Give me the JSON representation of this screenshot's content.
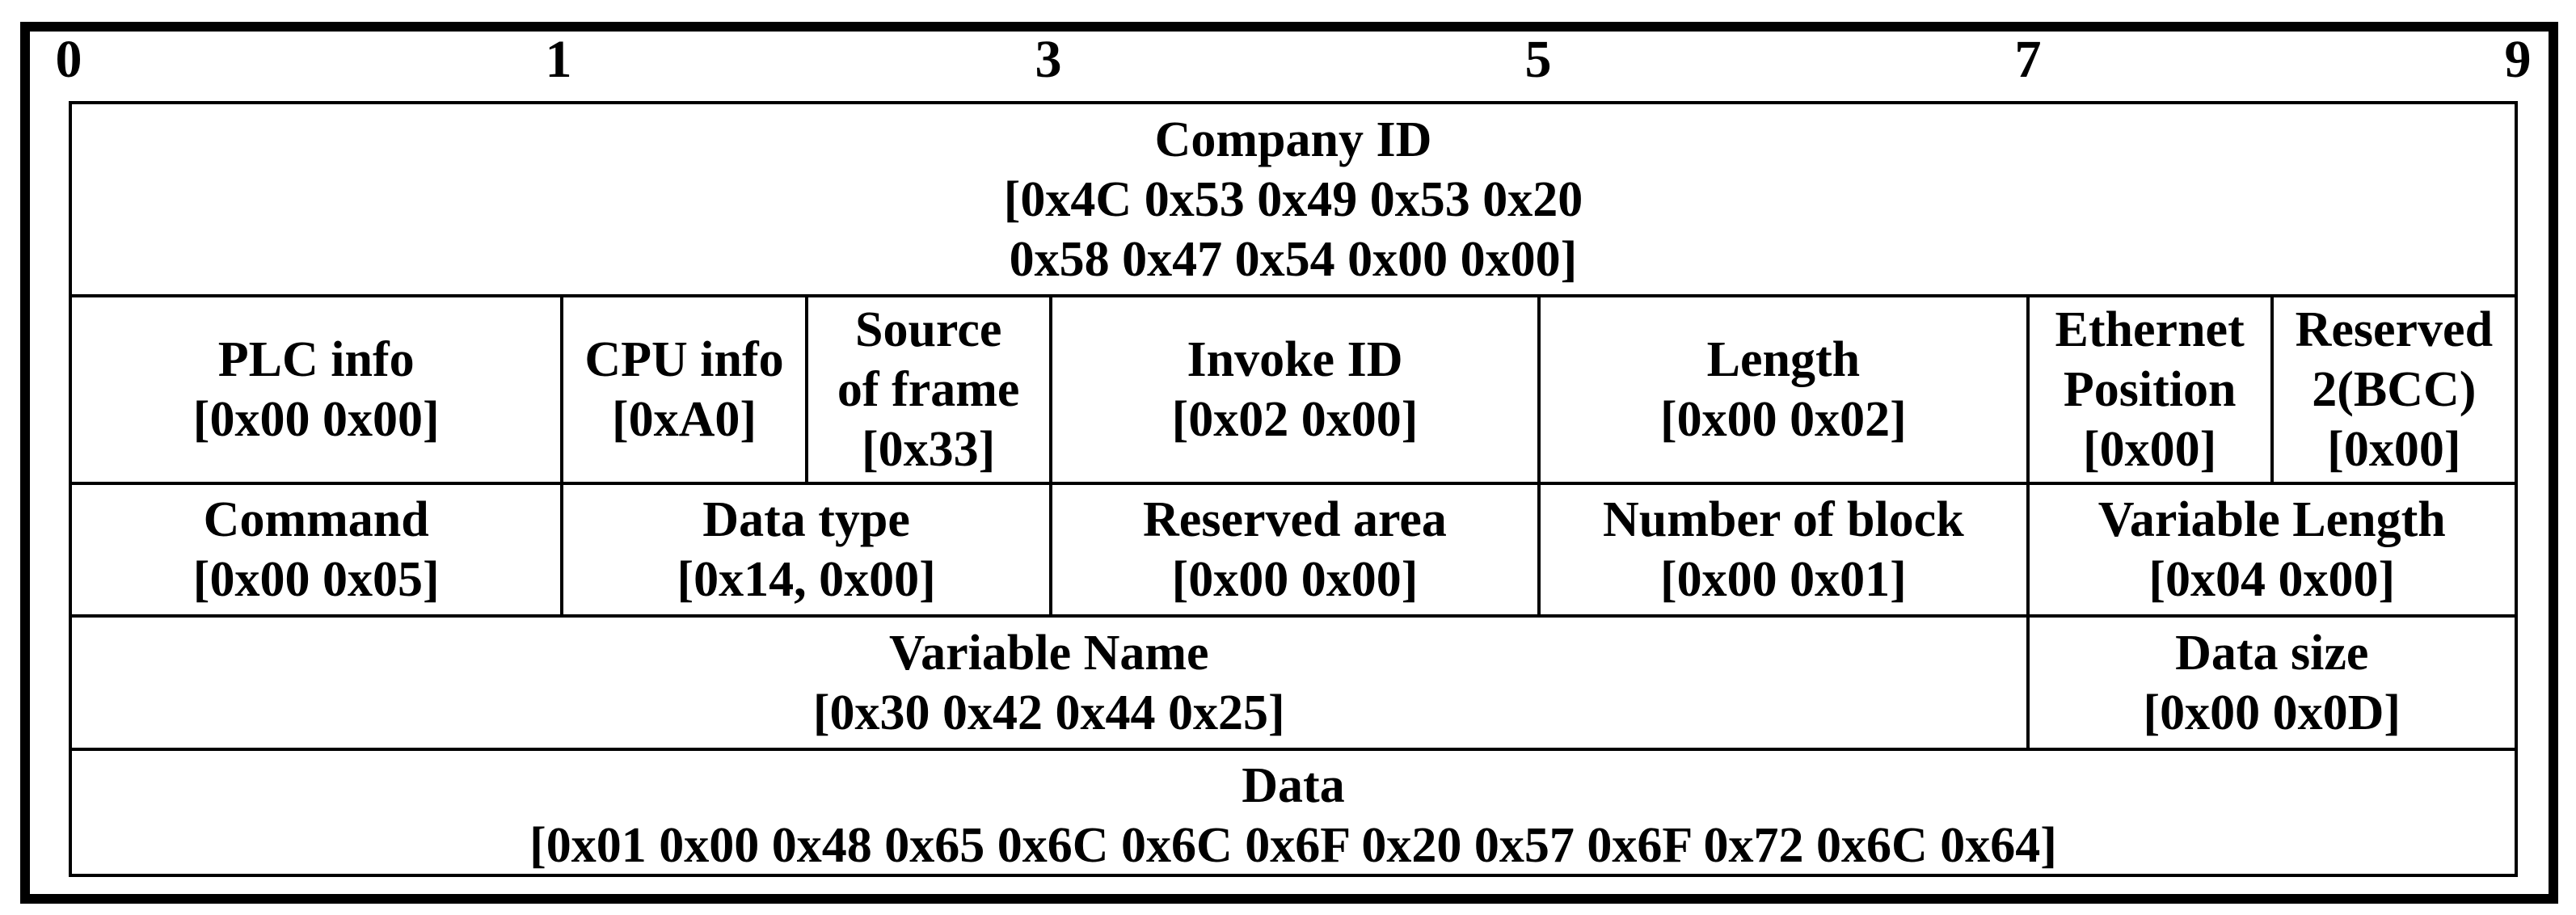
{
  "colors": {
    "line": "#000000",
    "background": "#ffffff",
    "text": "#000000"
  },
  "ruler": {
    "labels": [
      "0",
      "1",
      "3",
      "5",
      "7",
      "9"
    ]
  },
  "table": {
    "rows": [
      {
        "cells": [
          {
            "field": "Company ID",
            "lines": [
              "Company ID",
              "[0x4C 0x53 0x49 0x53 0x20",
              "0x58 0x47 0x54 0x00 0x00]"
            ]
          }
        ]
      },
      {
        "cells": [
          {
            "field": "PLC info",
            "lines": [
              "PLC info",
              "[0x00 0x00]"
            ]
          },
          {
            "field": "CPU info",
            "lines": [
              "CPU info",
              "[0xA0]"
            ]
          },
          {
            "field": "Source of frame",
            "lines": [
              "Source",
              "of frame",
              "[0x33]"
            ]
          },
          {
            "field": "Invoke ID",
            "lines": [
              "Invoke ID",
              "[0x02 0x00]"
            ]
          },
          {
            "field": "Length",
            "lines": [
              "Length",
              "[0x00 0x02]"
            ]
          },
          {
            "field": "Ethernet Position",
            "lines": [
              "Ethernet",
              "Position",
              "[0x00]"
            ]
          },
          {
            "field": "Reserved 2(BCC)",
            "lines": [
              "Reserved",
              "2(BCC)",
              "[0x00]"
            ]
          }
        ]
      },
      {
        "cells": [
          {
            "field": "Command",
            "lines": [
              "Command",
              "[0x00 0x05]"
            ]
          },
          {
            "field": "Data type",
            "lines": [
              "Data type",
              "[0x14, 0x00]"
            ]
          },
          {
            "field": "Reserved area",
            "lines": [
              "Reserved area",
              "[0x00 0x00]"
            ]
          },
          {
            "field": "Number of block",
            "lines": [
              "Number of block",
              "[0x00 0x01]"
            ]
          },
          {
            "field": "Variable Length",
            "lines": [
              "Variable Length",
              "[0x04 0x00]"
            ]
          }
        ]
      },
      {
        "cells": [
          {
            "field": "Variable Name",
            "lines": [
              "Variable Name",
              "[0x30 0x42 0x44 0x25]"
            ]
          },
          {
            "field": "Data size",
            "lines": [
              "Data size",
              "[0x00 0x0D]"
            ]
          }
        ]
      },
      {
        "cells": [
          {
            "field": "Data",
            "lines": [
              "Data",
              "[0x01 0x00 0x48 0x65 0x6C 0x6C 0x6F 0x20 0x57 0x6F 0x72 0x6C 0x64]"
            ]
          }
        ]
      }
    ]
  }
}
